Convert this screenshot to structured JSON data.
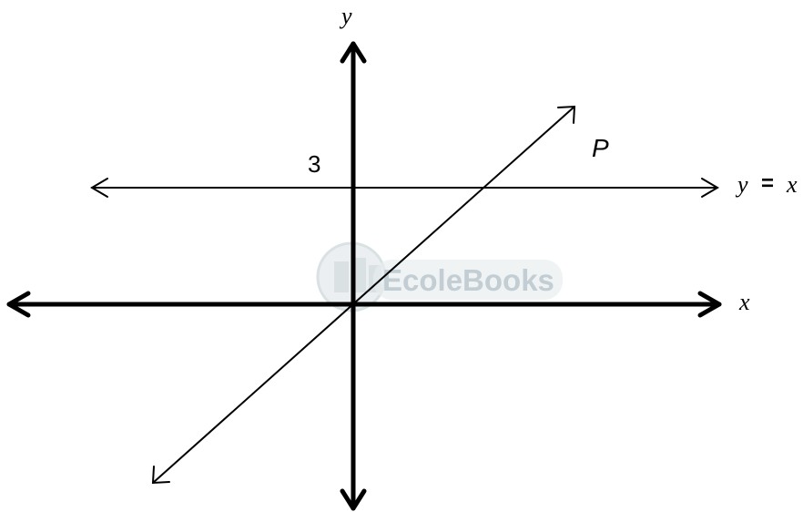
{
  "axes": {
    "x_label": "x",
    "y_label": "y"
  },
  "labels": {
    "intercept": "3",
    "point": "P",
    "line_eq_y": "y",
    "line_eq_sign": "=",
    "line_eq_x": "x"
  },
  "watermark": {
    "text": "EcoleBooks"
  },
  "colors": {
    "ink": "#000000",
    "watermark": "#b8c6cc"
  }
}
